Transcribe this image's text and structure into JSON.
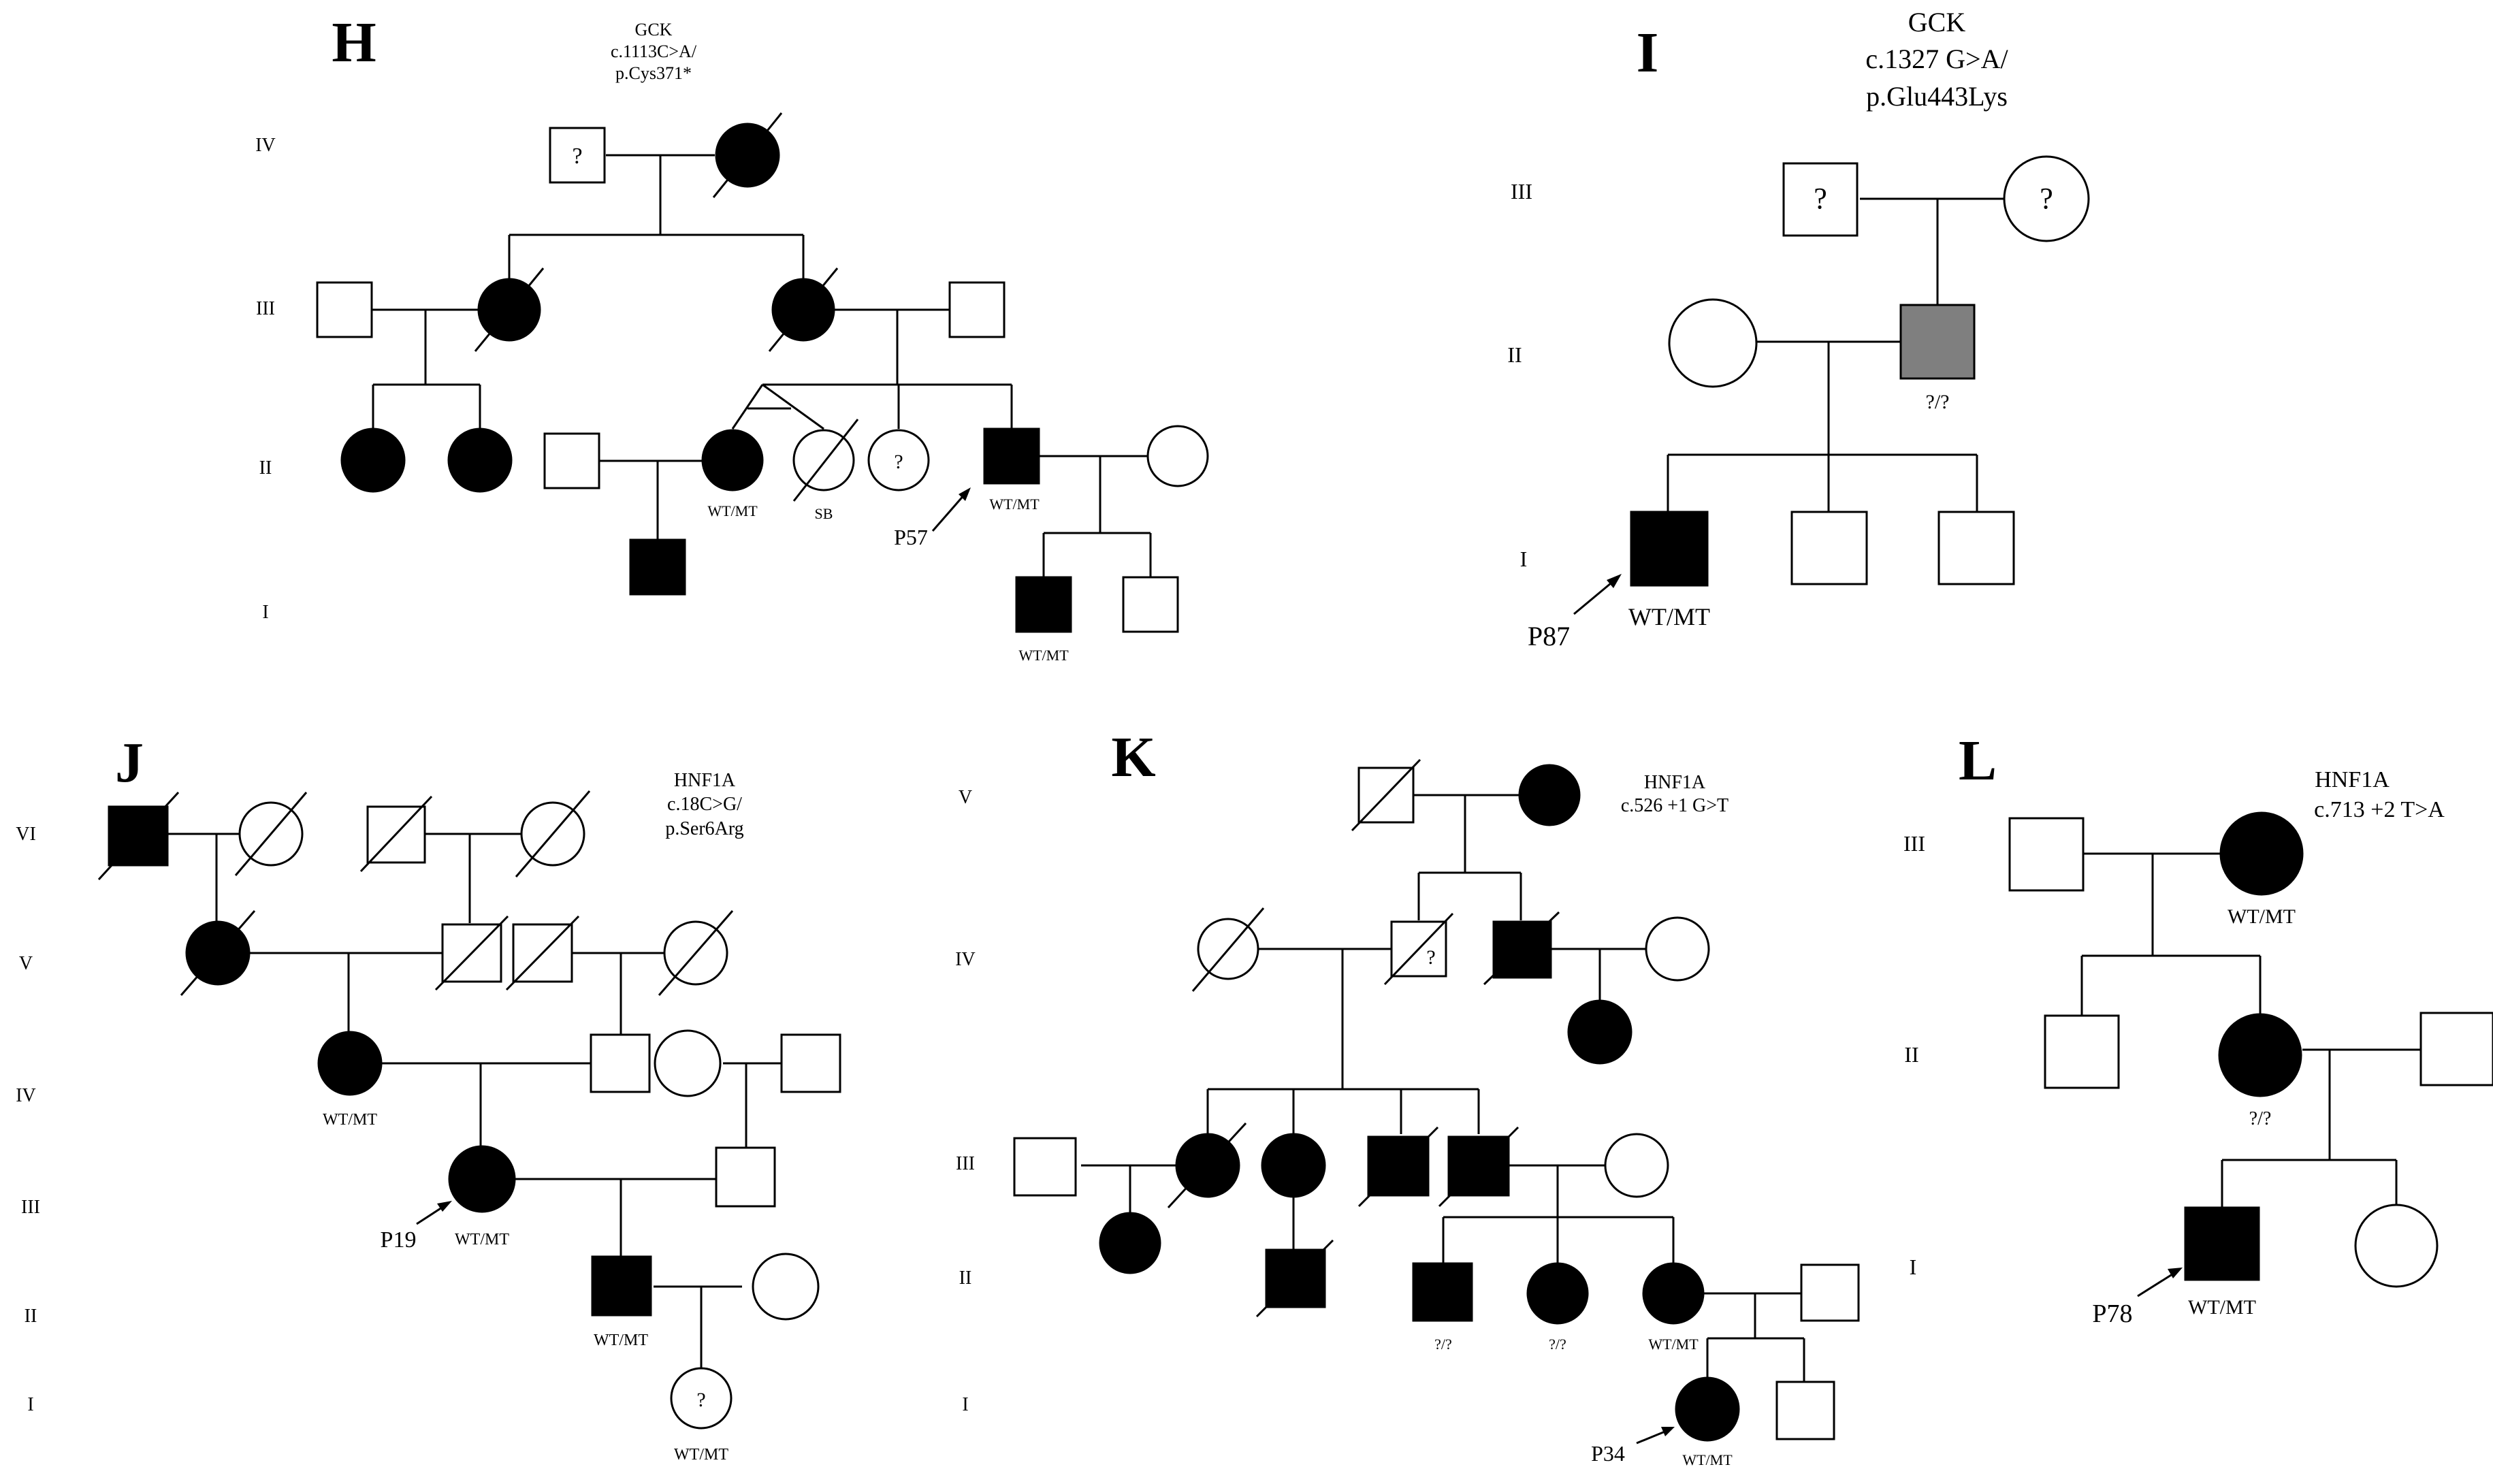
{
  "panels": {
    "H": {
      "letter": "H",
      "gene": "GCK",
      "variant1": "c.1113C>A/",
      "variant2": "p.Cys371*",
      "generations": [
        "IV",
        "III",
        "II",
        "I"
      ],
      "proband": "P57",
      "genotype": "WT/MT",
      "sb": "SB",
      "unknown": "?"
    },
    "I": {
      "letter": "I",
      "gene": "GCK",
      "variant1": "c.1327 G>A/",
      "variant2": "p.Glu443Lys",
      "generations": [
        "III",
        "II",
        "I"
      ],
      "proband": "P87",
      "genotype": "WT/MT",
      "unknown_genotype": "?/?",
      "unknown": "?"
    },
    "J": {
      "letter": "J",
      "gene": "HNF1A",
      "variant1": "c.18C>G/",
      "variant2": "p.Ser6Arg",
      "generations": [
        "VI",
        "V",
        "IV",
        "III",
        "II",
        "I"
      ],
      "proband": "P19",
      "genotype": "WT/MT",
      "unknown": "?"
    },
    "K": {
      "letter": "K",
      "gene": "HNF1A",
      "variant1": "c.526 +1 G>T",
      "generations": [
        "V",
        "IV",
        "III",
        "II",
        "I"
      ],
      "proband": "P34",
      "genotype": "WT/MT",
      "unknown_genotype": "?/?",
      "unknown": "?"
    },
    "L": {
      "letter": "L",
      "gene": "HNF1A",
      "variant1": "c.713 +2 T>A",
      "generations": [
        "III",
        "II",
        "I"
      ],
      "proband": "P78",
      "genotype": "WT/MT",
      "unknown_genotype": "?/?"
    }
  },
  "colors": {
    "affected": "#000000",
    "unaffected": "#ffffff",
    "carrier_gray": "#7f7f7f"
  }
}
